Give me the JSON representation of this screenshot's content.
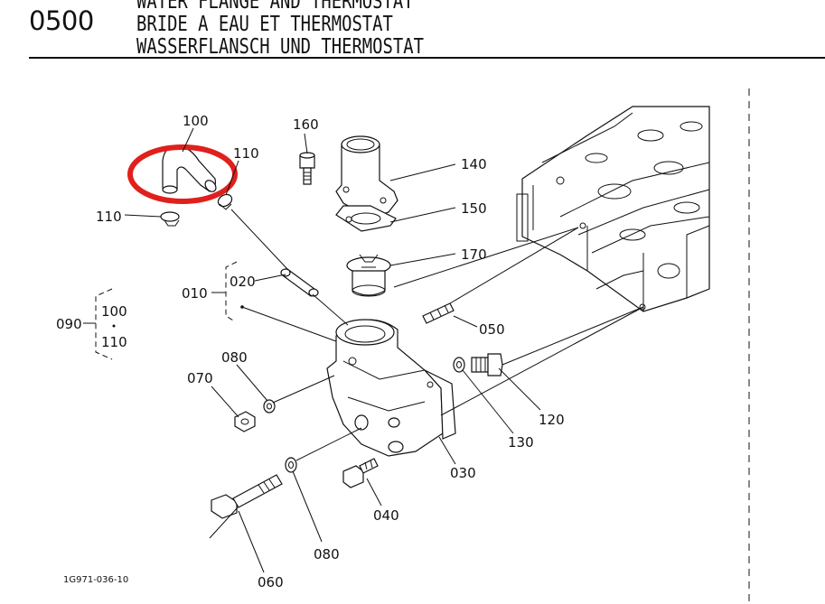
{
  "header": {
    "section_code": "0500",
    "title_en": "WATER FLANGE AND THERMOSTAT",
    "title_fr": "BRIDE A EAU ET THERMOSTAT",
    "title_de": "WASSERFLANSCH UND THERMOSTAT"
  },
  "callouts": {
    "p100_top": "100",
    "p110_right": "110",
    "p110_left": "110",
    "p160": "160",
    "p140": "140",
    "p150": "150",
    "p170": "170",
    "p010": "010",
    "p020": "020",
    "p090": "090",
    "p100_group": "100",
    "p110_group": "110",
    "p050": "050",
    "p080_top": "080",
    "p070": "070",
    "p120": "120",
    "p130": "130",
    "p030": "030",
    "p040": "040",
    "p080_bottom": "080",
    "p060": "060"
  },
  "figure_id": "1G971-036-10",
  "highlight_color": "#e0201c"
}
